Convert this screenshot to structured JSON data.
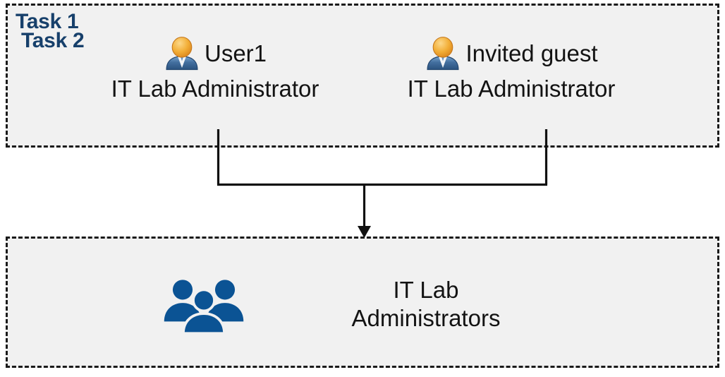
{
  "diagram": {
    "type": "flow",
    "background_color": "#FFFFFF",
    "box_fill_color": "#F1F1F1",
    "accent_color": "#17406B",
    "group_icon_color": "#0B5394",
    "connector_color": "#111111"
  },
  "task1": {
    "label": "Task 1",
    "people": [
      {
        "icon": "user-icon",
        "name": "User1",
        "role": "IT Lab Administrator"
      },
      {
        "icon": "user-icon",
        "name": "Invited guest",
        "role": "IT Lab Administrator"
      }
    ]
  },
  "task2": {
    "label": "Task 2",
    "group": {
      "icon": "user-group-icon",
      "name": "IT Lab\nAdministrators"
    }
  },
  "connector": {
    "arrow_direction": "down",
    "from": [
      "User1",
      "Invited guest"
    ],
    "to": "IT Lab Administrators"
  }
}
